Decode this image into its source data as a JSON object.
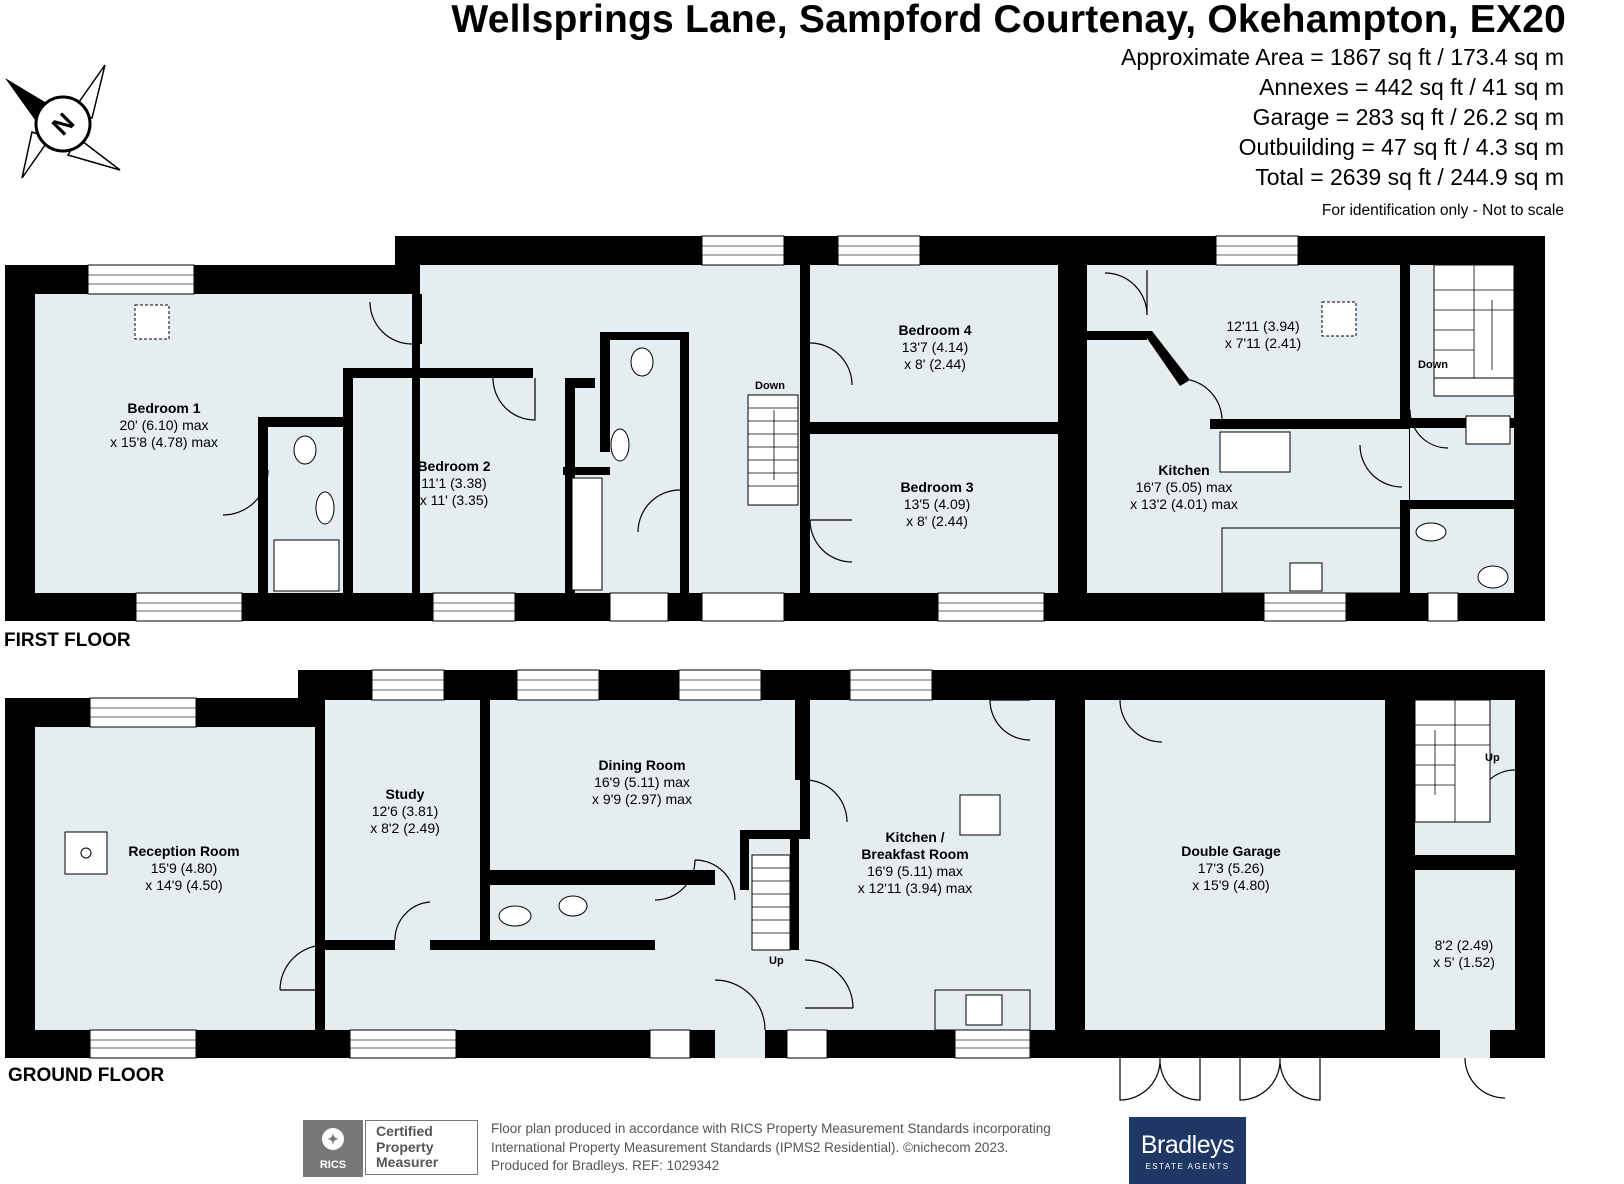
{
  "header": {
    "title": "Wellsprings Lane, Sampford Courtenay, Okehampton, EX20",
    "areas": [
      "Approximate Area = 1867 sq ft / 173.4 sq m",
      "Annexes = 442 sq ft / 41 sq m",
      "Garage = 283 sq ft / 26.2 sq m",
      "Outbuilding = 47 sq ft / 4.3 sq m",
      "Total = 2639 sq ft / 244.9 sq m"
    ],
    "note": "For identification only - Not to scale"
  },
  "compass": {
    "label": "N"
  },
  "floors": {
    "first": "FIRST FLOOR",
    "ground": "GROUND FLOOR"
  },
  "first_floor_rooms": [
    {
      "name": "Bedroom 1",
      "dims": [
        "20' (6.10) max",
        "x 15'8 (4.78) max"
      ]
    },
    {
      "name": "Bedroom 2",
      "dims": [
        "11'1 (3.38)",
        "x 11' (3.35)"
      ]
    },
    {
      "name": "Bedroom 4",
      "dims": [
        "13'7 (4.14)",
        "x 8' (2.44)"
      ]
    },
    {
      "name": "Bedroom 3",
      "dims": [
        "13'5 (4.09)",
        "x 8' (2.44)"
      ]
    },
    {
      "name": "",
      "dims": [
        "12'11 (3.94)",
        "x 7'11 (2.41)"
      ]
    },
    {
      "name": "Kitchen",
      "dims": [
        "16'7 (5.05) max",
        "x 13'2 (4.01) max"
      ]
    }
  ],
  "ground_floor_rooms": [
    {
      "name": "Reception Room",
      "dims": [
        "15'9 (4.80)",
        "x 14'9 (4.50)"
      ]
    },
    {
      "name": "Study",
      "dims": [
        "12'6 (3.81)",
        "x 8'2 (2.49)"
      ]
    },
    {
      "name": "Dining Room",
      "dims": [
        "16'9 (5.11) max",
        "x 9'9 (2.97) max"
      ]
    },
    {
      "name": "Kitchen /",
      "dims": [
        "Breakfast Room",
        "16'9 (5.11) max",
        "x 12'11 (3.94) max"
      ]
    },
    {
      "name": "Double Garage",
      "dims": [
        "17'3 (5.26)",
        "x 15'9 (4.80)"
      ]
    },
    {
      "name": "",
      "dims": [
        "8'2 (2.49)",
        "x 5' (1.52)"
      ]
    }
  ],
  "stairs": {
    "ff_main": "Down",
    "ff_annex": "Down",
    "gf_main": "Up",
    "gf_annex": "Up"
  },
  "footer": {
    "lines": [
      "Floor plan produced in accordance with RICS Property Measurement Standards incorporating",
      "International Property Measurement Standards (IPMS2 Residential).   ©nichecom 2023.",
      "Produced for Bradleys.    REF:  1029342"
    ],
    "rics_seal": "RICS",
    "rics_cert": [
      "Certified",
      "Property",
      "Measurer"
    ],
    "brand": "Bradleys",
    "brand_sub": "ESTATE AGENTS"
  },
  "colors": {
    "wall": "#000000",
    "floor": "#e6edf0",
    "brand": "#1f3764"
  }
}
